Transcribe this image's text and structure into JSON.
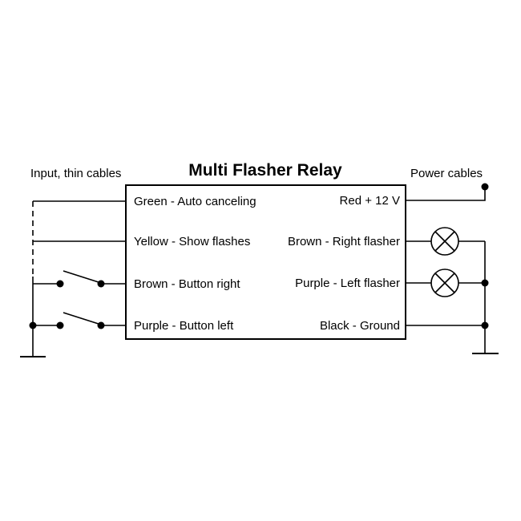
{
  "title": "Multi Flasher Relay",
  "annotations": {
    "input_label": "Input, thin cables",
    "power_label": "Power cables"
  },
  "relay": {
    "left_pins": [
      "Green - Auto canceling",
      "Yellow - Show flashes",
      "Brown - Button right",
      "Purple - Button left"
    ],
    "right_pins": [
      "Red + 12 V",
      "Brown - Right flasher",
      "Purple - Left flasher",
      "Black - Ground"
    ]
  },
  "symbols": {
    "lamp": "lamp-cross-circle-icon",
    "switch": "open-switch-icon",
    "ground": "ground-icon",
    "terminal": "terminal-dot-icon"
  },
  "colors": {
    "line": "#000000",
    "background": "#ffffff",
    "text": "#000000"
  }
}
